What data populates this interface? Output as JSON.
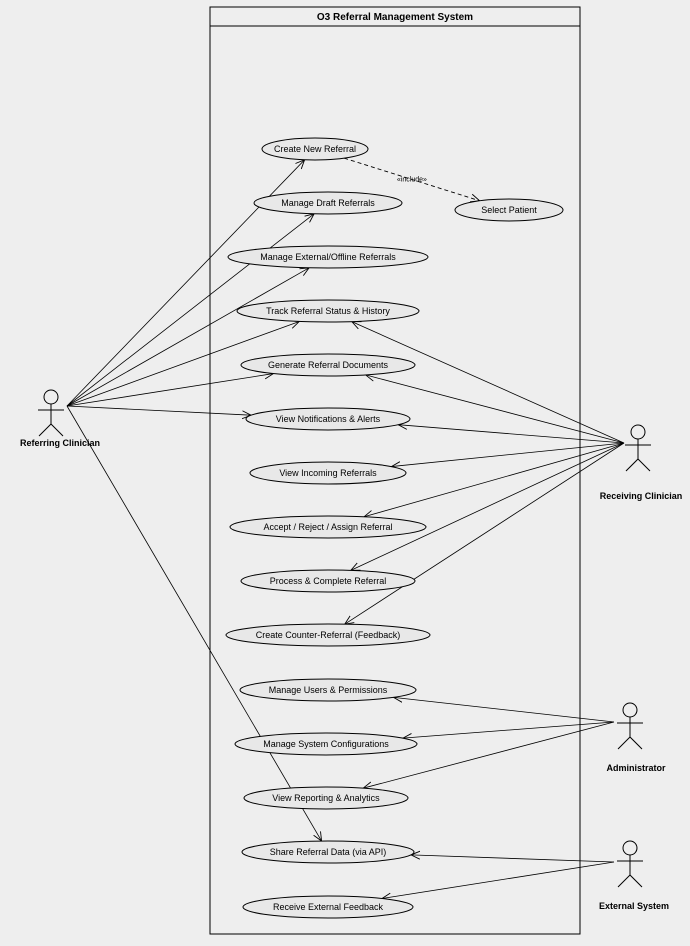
{
  "system": {
    "title": "O3 Referral Management System"
  },
  "actors": [
    {
      "id": "referring",
      "name": "Referring Clinician"
    },
    {
      "id": "receiving",
      "name": "Receiving Clinician"
    },
    {
      "id": "admin",
      "name": "Administrator"
    },
    {
      "id": "external",
      "name": "External System"
    }
  ],
  "use_cases": [
    {
      "id": "create",
      "label": "Create New Referral"
    },
    {
      "id": "drafts",
      "label": "Manage Draft Referrals"
    },
    {
      "id": "offline",
      "label": "Manage External/Offline Referrals"
    },
    {
      "id": "track",
      "label": "Track Referral Status & History"
    },
    {
      "id": "docs",
      "label": "Generate Referral Documents"
    },
    {
      "id": "notif",
      "label": "View Notifications & Alerts"
    },
    {
      "id": "incoming",
      "label": "View Incoming Referrals"
    },
    {
      "id": "accept",
      "label": "Accept / Reject / Assign Referral"
    },
    {
      "id": "process",
      "label": "Process & Complete Referral"
    },
    {
      "id": "counter",
      "label": "Create Counter-Referral (Feedback)"
    },
    {
      "id": "users",
      "label": "Manage Users & Permissions"
    },
    {
      "id": "config",
      "label": "Manage System Configurations"
    },
    {
      "id": "report",
      "label": "View Reporting & Analytics"
    },
    {
      "id": "share",
      "label": "Share Referral Data (via API)"
    },
    {
      "id": "feedback",
      "label": "Receive External Feedback"
    },
    {
      "id": "patient",
      "label": "Select Patient"
    }
  ],
  "includes": [
    {
      "from": "create",
      "to": "patient",
      "label": "«include»"
    }
  ],
  "associations": [
    {
      "actor": "referring",
      "use_case": "create"
    },
    {
      "actor": "referring",
      "use_case": "drafts"
    },
    {
      "actor": "referring",
      "use_case": "offline"
    },
    {
      "actor": "referring",
      "use_case": "track"
    },
    {
      "actor": "referring",
      "use_case": "docs"
    },
    {
      "actor": "referring",
      "use_case": "notif"
    },
    {
      "actor": "referring",
      "use_case": "share"
    },
    {
      "actor": "receiving",
      "use_case": "track"
    },
    {
      "actor": "receiving",
      "use_case": "docs"
    },
    {
      "actor": "receiving",
      "use_case": "notif"
    },
    {
      "actor": "receiving",
      "use_case": "incoming"
    },
    {
      "actor": "receiving",
      "use_case": "accept"
    },
    {
      "actor": "receiving",
      "use_case": "process"
    },
    {
      "actor": "receiving",
      "use_case": "counter"
    },
    {
      "actor": "admin",
      "use_case": "users"
    },
    {
      "actor": "admin",
      "use_case": "config"
    },
    {
      "actor": "admin",
      "use_case": "report"
    },
    {
      "actor": "external",
      "use_case": "share"
    },
    {
      "actor": "external",
      "use_case": "feedback"
    }
  ]
}
